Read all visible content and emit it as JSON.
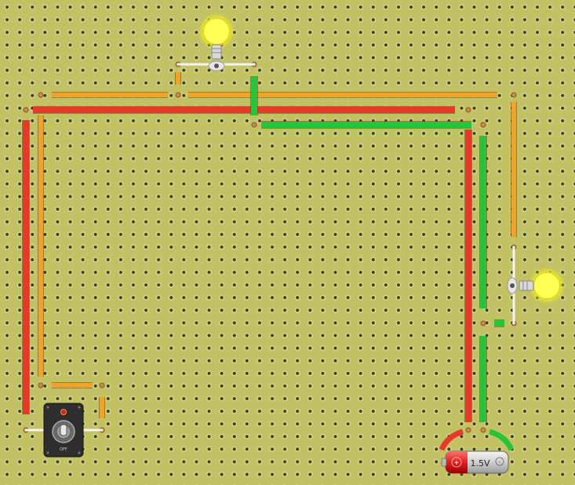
{
  "board": {
    "background_color": "#c2c264",
    "hole_color": "#3a3a22"
  },
  "colors": {
    "red_wire": "#e8382a",
    "orange_wire": "#f2a12a",
    "green_wire": "#27c43a",
    "bulb_glow": "#ffff66"
  },
  "switch": {
    "state_label": "OFF",
    "icon": "toggle-switch-icon"
  },
  "battery": {
    "voltage_label": "1.5V",
    "positive_symbol": "+",
    "negative_symbol": "-",
    "icon": "battery-icon"
  },
  "bulbs": [
    {
      "id": "top",
      "state": "lit",
      "icon": "light-bulb-icon"
    },
    {
      "id": "right",
      "state": "lit",
      "icon": "light-bulb-icon"
    }
  ]
}
